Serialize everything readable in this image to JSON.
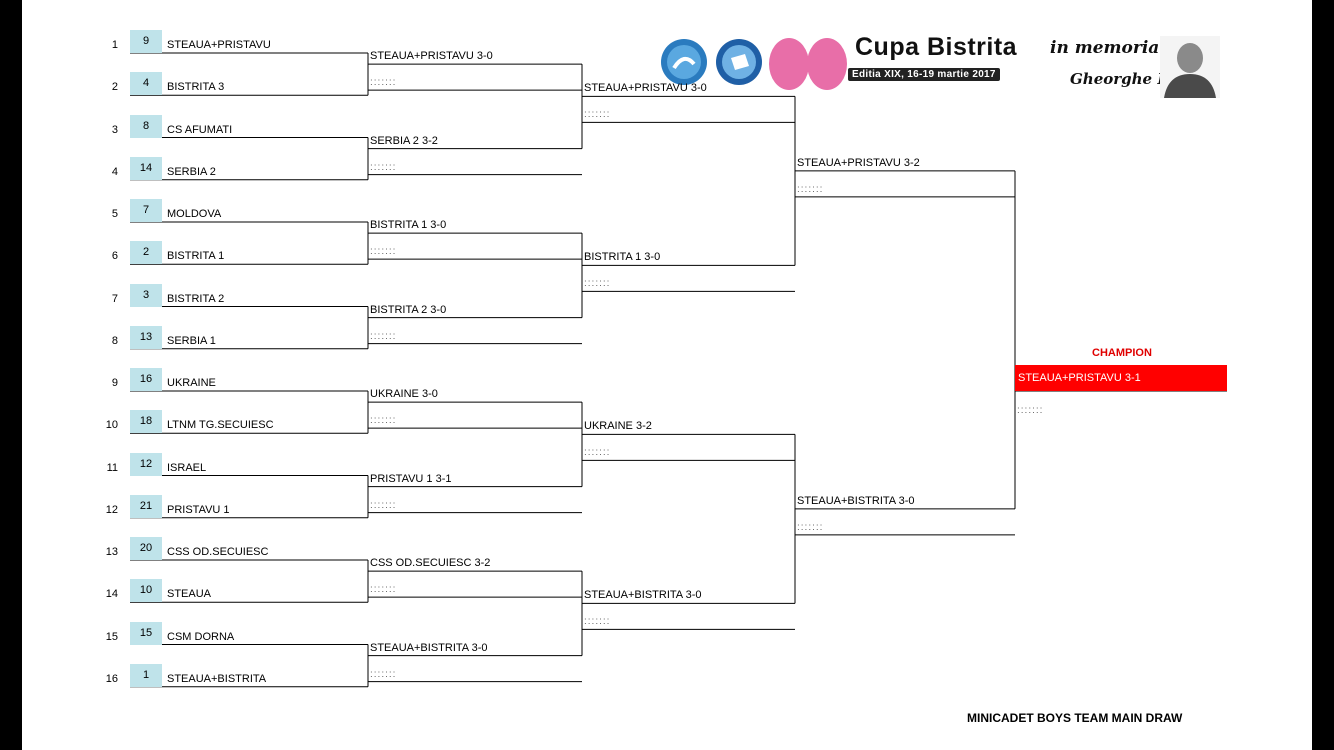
{
  "header": {
    "title": "Cupa Bistrita",
    "subtitle": "Editia XIX, 16-19 martie 2017",
    "memoriam": "in memoriam",
    "memoriam_name": "Gheorghe Bozga"
  },
  "entries": [
    {
      "pos": "1",
      "seed": "9",
      "team": "STEAUA+PRISTAVU"
    },
    {
      "pos": "2",
      "seed": "4",
      "team": "BISTRITA 3"
    },
    {
      "pos": "3",
      "seed": "8",
      "team": "CS AFUMATI"
    },
    {
      "pos": "4",
      "seed": "14",
      "team": "SERBIA 2"
    },
    {
      "pos": "5",
      "seed": "7",
      "team": "MOLDOVA"
    },
    {
      "pos": "6",
      "seed": "2",
      "team": "BISTRITA 1"
    },
    {
      "pos": "7",
      "seed": "3",
      "team": "BISTRITA 2"
    },
    {
      "pos": "8",
      "seed": "13",
      "team": "SERBIA 1"
    },
    {
      "pos": "9",
      "seed": "16",
      "team": "UKRAINE"
    },
    {
      "pos": "10",
      "seed": "18",
      "team": "LTNM TG.SECUIESC"
    },
    {
      "pos": "11",
      "seed": "12",
      "team": "ISRAEL"
    },
    {
      "pos": "12",
      "seed": "21",
      "team": "PRISTAVU 1"
    },
    {
      "pos": "13",
      "seed": "20",
      "team": "CSS OD.SECUIESC"
    },
    {
      "pos": "14",
      "seed": "10",
      "team": "STEAUA"
    },
    {
      "pos": "15",
      "seed": "15",
      "team": "CSM DORNA"
    },
    {
      "pos": "16",
      "seed": "1",
      "team": "STEAUA+BISTRITA"
    }
  ],
  "round2": [
    "STEAUA+PRISTAVU 3-0",
    "SERBIA 2 3-2",
    "BISTRITA 1 3-0",
    "BISTRITA 2 3-0",
    "UKRAINE 3-0",
    "PRISTAVU 1 3-1",
    "CSS OD.SECUIESC 3-2",
    "STEAUA+BISTRITA 3-0"
  ],
  "quarterfinals": [
    "STEAUA+PRISTAVU 3-0",
    "BISTRITA 1 3-0",
    "UKRAINE 3-2",
    "STEAUA+BISTRITA 3-0"
  ],
  "semifinals": [
    "STEAUA+PRISTAVU 3-2",
    "STEAUA+BISTRITA 3-0"
  ],
  "placeholder": ":::::::",
  "champion": {
    "label": "CHAMPION",
    "result": "STEAUA+PRISTAVU 3-1"
  },
  "footer": "MINICADET BOYS TEAM MAIN DRAW",
  "colors": {
    "seed_bg": "#bfe3ea",
    "champion_bg": "#ff0000",
    "champion_label": "#e00000"
  }
}
